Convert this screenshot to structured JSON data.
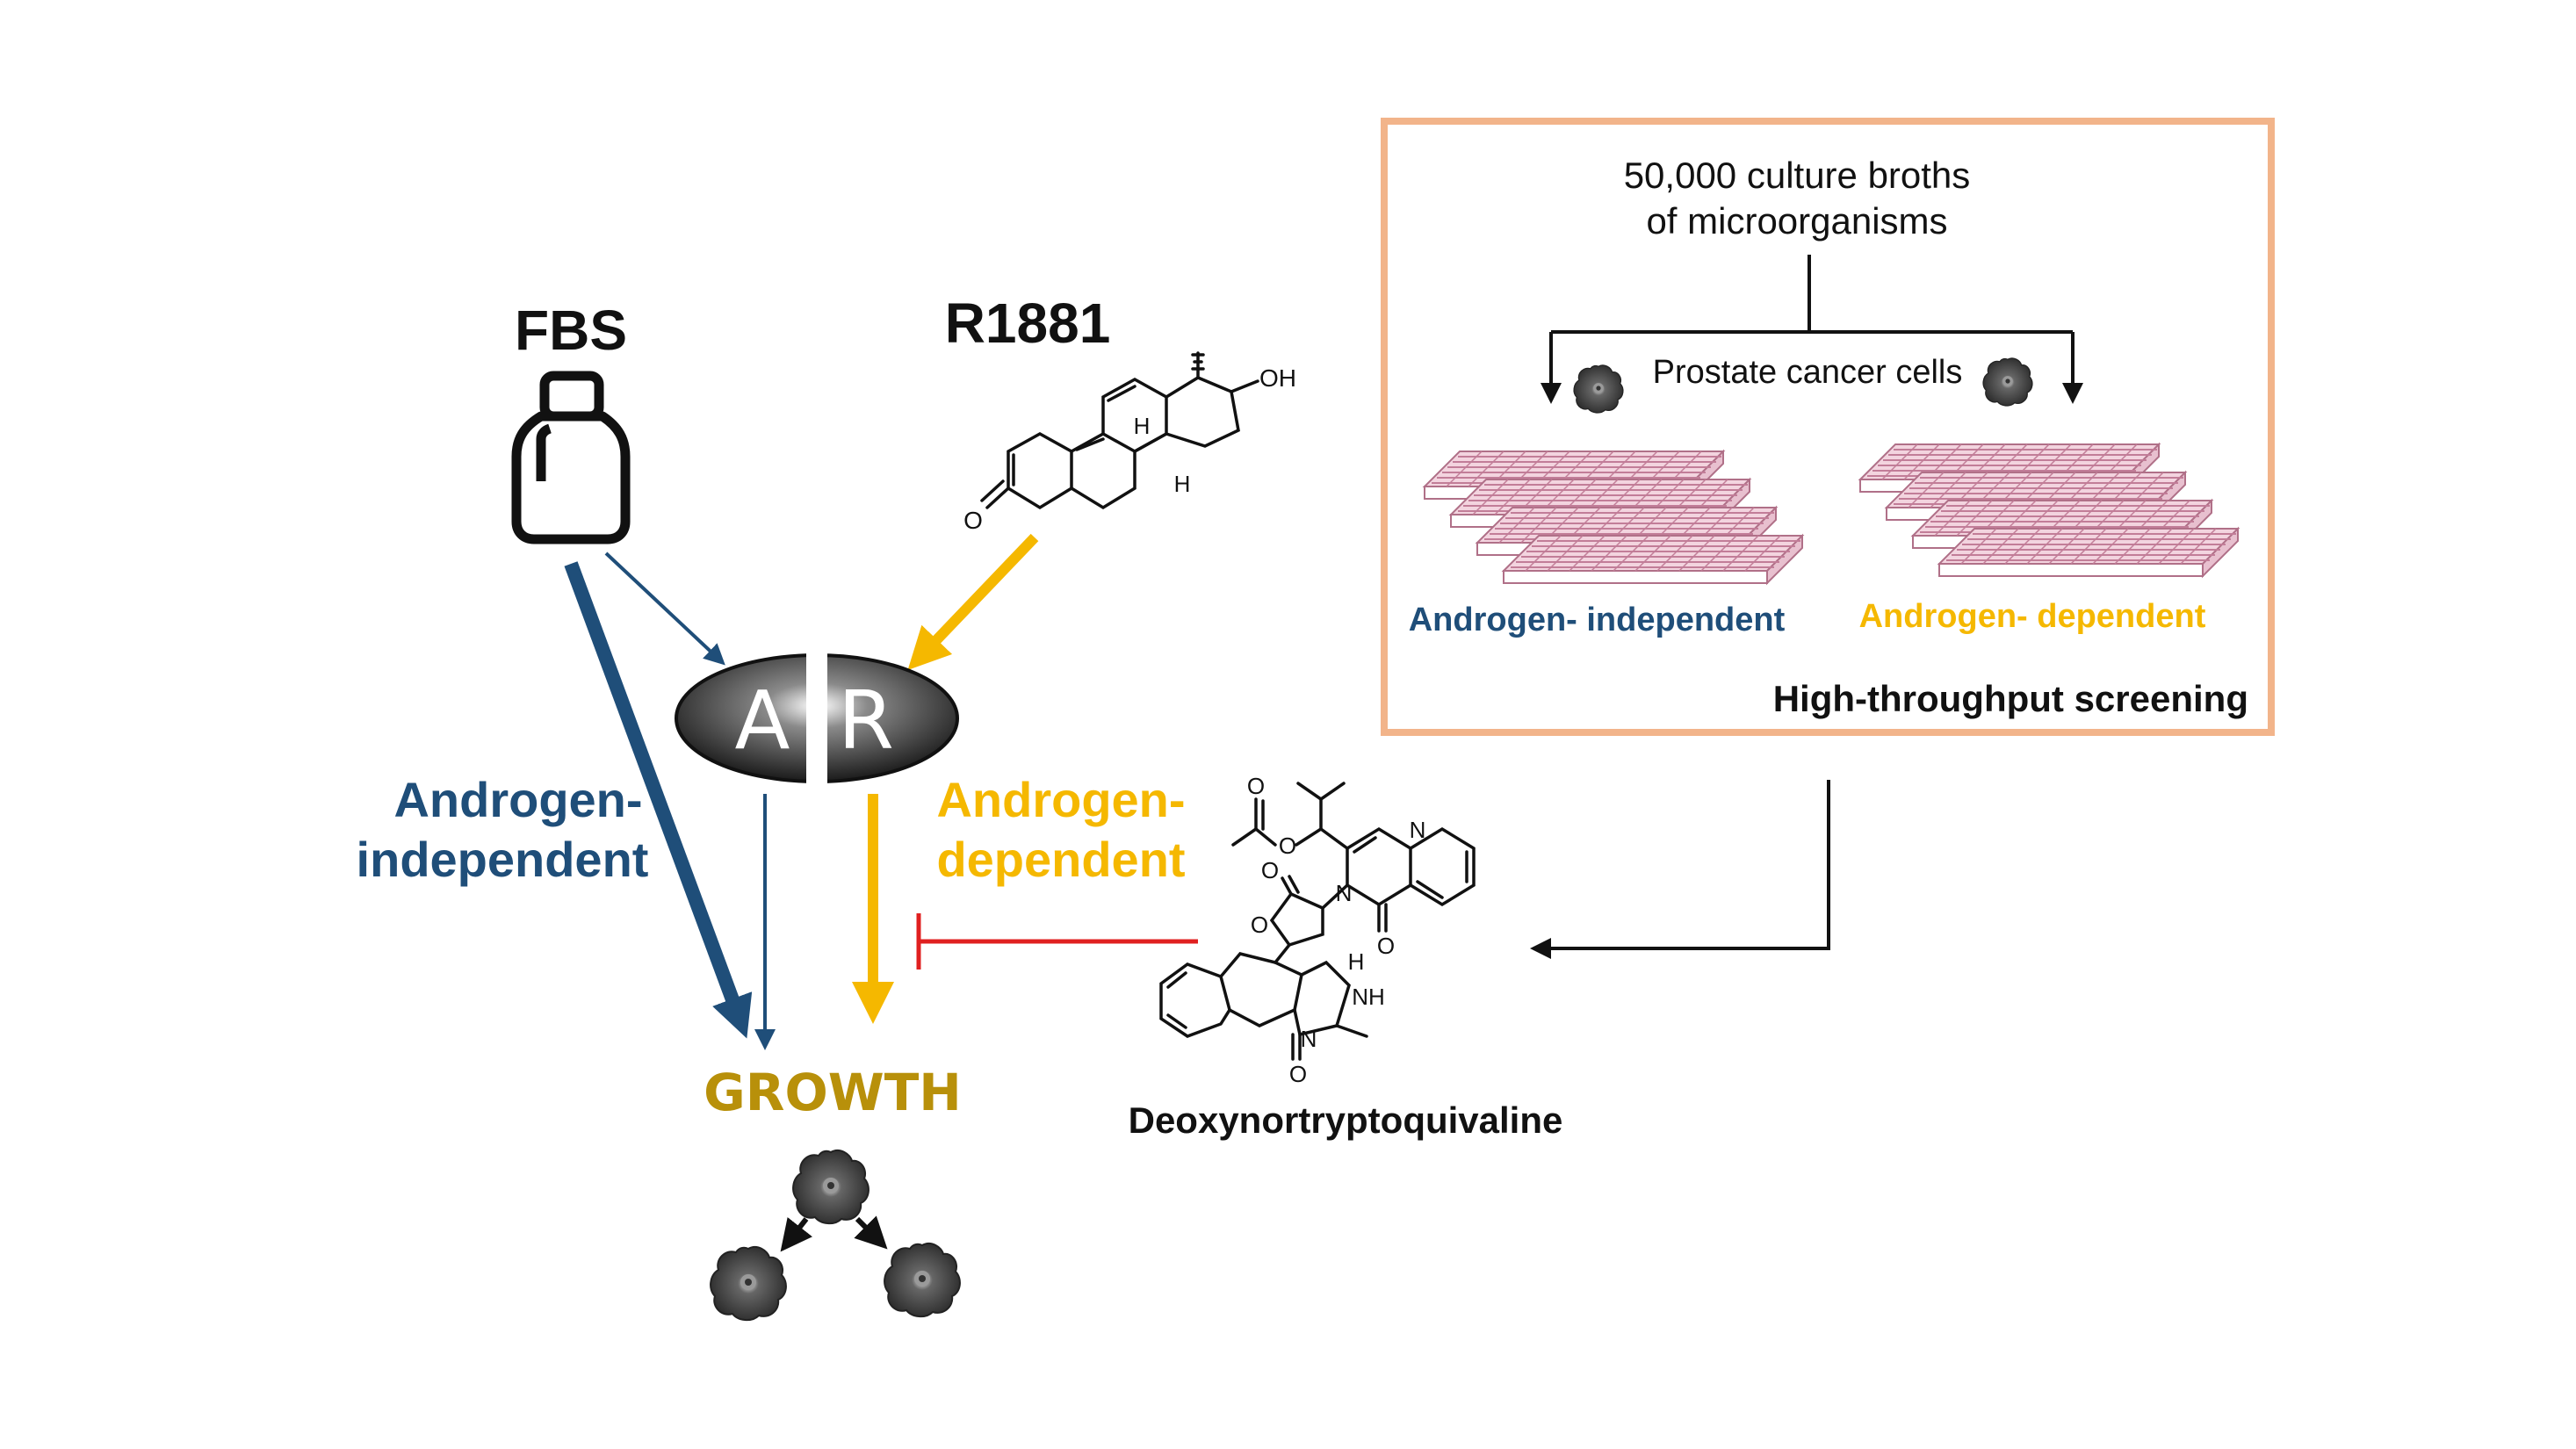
{
  "fbs": {
    "label": "FBS"
  },
  "r1881": {
    "label": "R1881",
    "oh": "OH",
    "h_upper": "H",
    "h_lower": "H",
    "o": "O"
  },
  "ar": {
    "letter_a": "A",
    "letter_r": "R"
  },
  "left_label": {
    "line1": "Androgen-",
    "line2": "independent"
  },
  "right_label": {
    "line1": "Androgen-",
    "line2": "dependent"
  },
  "growth": {
    "label": "GROWTH"
  },
  "screening_box": {
    "source_line1": "50,000 culture broths",
    "source_line2": "of microorganisms",
    "cells_label": "Prostate cancer cells",
    "plate_left_label": "Androgen- independent",
    "plate_right_label": "Androgen- dependent",
    "caption": "High-throughput screening"
  },
  "compound": {
    "name": "Deoxynortryptoquivaline",
    "atoms": {
      "o1": "O",
      "o2": "O",
      "o3": "O",
      "o4": "O",
      "o5": "O",
      "n1": "N",
      "n2": "N",
      "n3": "N",
      "nh": "NH",
      "h": "H"
    }
  },
  "colors": {
    "independent": "#1f4e79",
    "dependent": "#f5b800",
    "growth": "#b8900a",
    "inhibit": "#e02020",
    "box_border": "#f2b48a",
    "plate": "#d89ab0"
  },
  "icons": [
    "bottle-icon",
    "cancer-cell-icon",
    "multiwell-plate-icon"
  ]
}
